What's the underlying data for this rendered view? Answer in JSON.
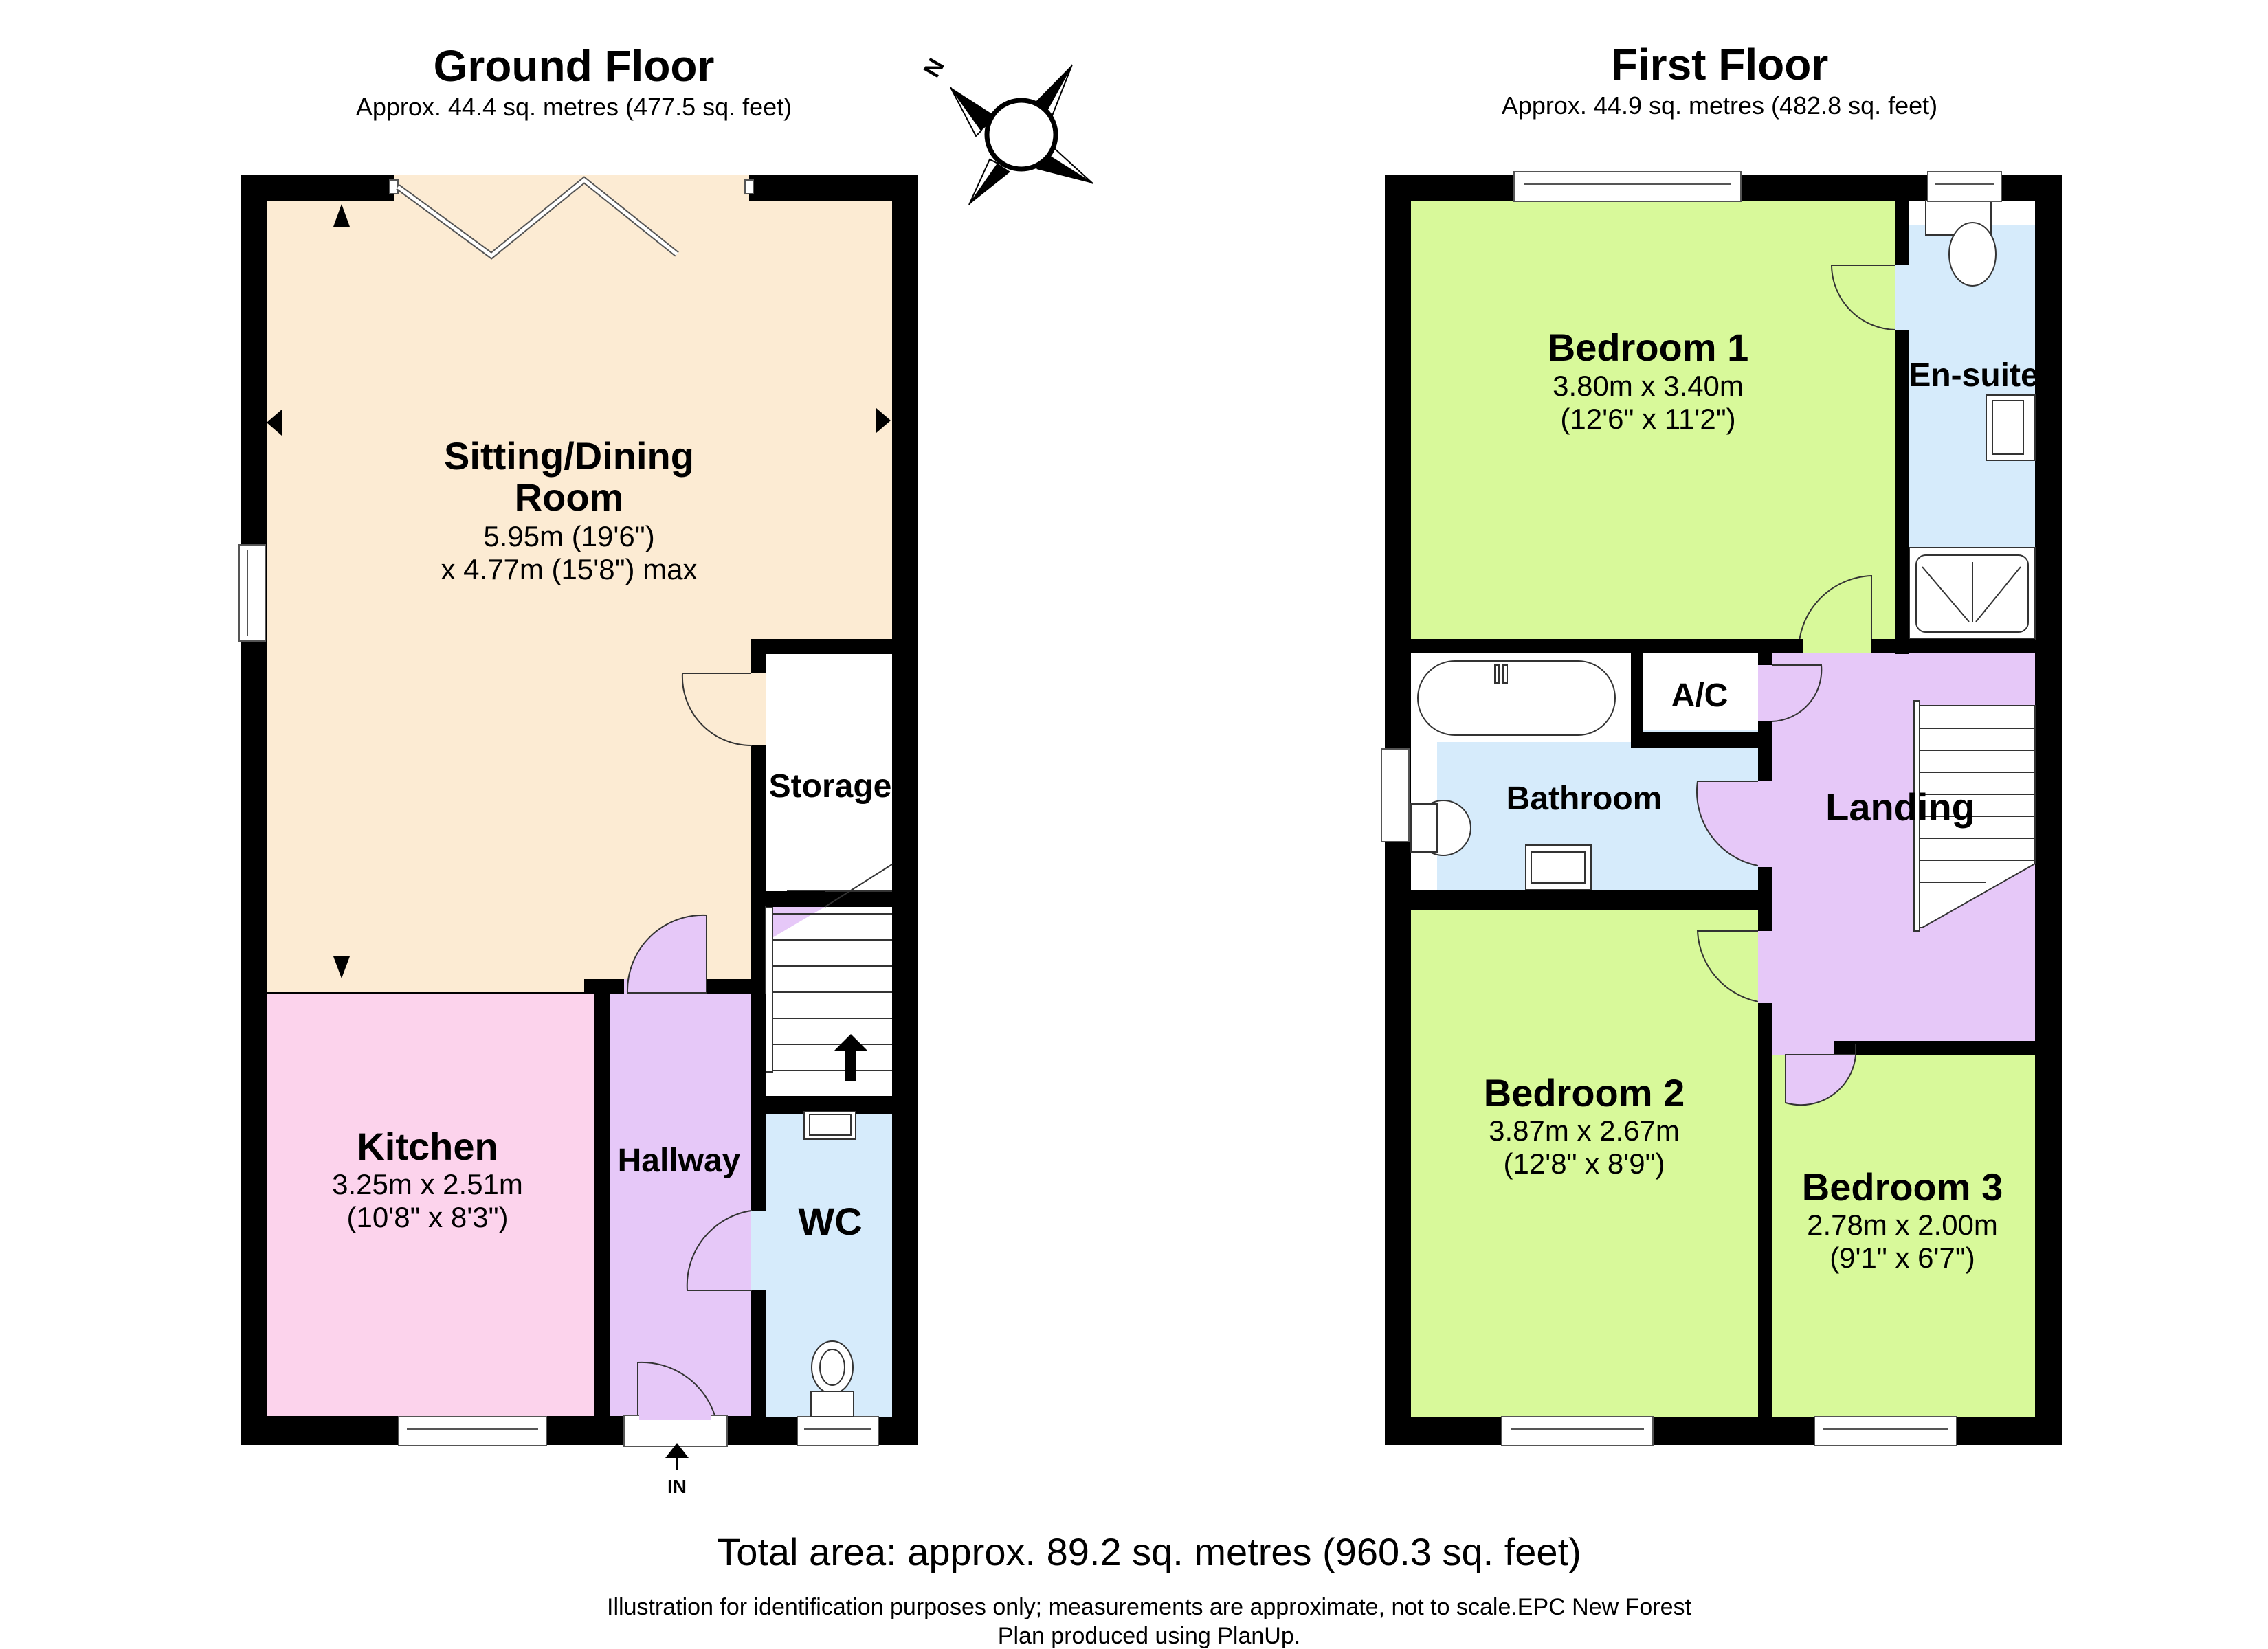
{
  "colors": {
    "wall": "#000000",
    "sitting_dining": "#fcebd3",
    "kitchen": "#fcd3ec",
    "hallway_landing": "#e6c8f8",
    "wet_room": "#d6ebfb",
    "bedroom": "#d8f99a",
    "storage": "#ffffff"
  },
  "ground_floor": {
    "title": "Ground Floor",
    "area": "Approx. 44.4 sq. metres (477.5 sq. feet)",
    "rooms": {
      "sitting_dining": {
        "name_line1": "Sitting/Dining",
        "name_line2": "Room",
        "dim_line1": "5.95m (19'6\")",
        "dim_line2": "x 4.77m (15'8\") max"
      },
      "kitchen": {
        "name": "Kitchen",
        "dim_line1": "3.25m x 2.51m",
        "dim_line2": "(10'8\" x 8'3\")"
      },
      "hallway": {
        "name": "Hallway"
      },
      "wc": {
        "name": "WC"
      },
      "storage": {
        "name": "Storage"
      }
    },
    "entrance_label": "IN"
  },
  "first_floor": {
    "title": "First Floor",
    "area": "Approx. 44.9 sq. metres (482.8 sq. feet)",
    "rooms": {
      "bedroom1": {
        "name": "Bedroom 1",
        "dim_line1": "3.80m x 3.40m",
        "dim_line2": "(12'6\" x 11'2\")"
      },
      "ensuite": {
        "name": "En-suite"
      },
      "bathroom": {
        "name": "Bathroom"
      },
      "ac": {
        "name": "A/C"
      },
      "landing": {
        "name": "Landing"
      },
      "bedroom2": {
        "name": "Bedroom 2",
        "dim_line1": "3.87m x 2.67m",
        "dim_line2": "(12'8\" x 8'9\")"
      },
      "bedroom3": {
        "name": "Bedroom 3",
        "dim_line1": "2.78m x 2.00m",
        "dim_line2": "(9'1\" x 6'7\")"
      }
    }
  },
  "compass": {
    "label": "N",
    "icon": "compass-rose-icon"
  },
  "footer": {
    "total_area": "Total area: approx. 89.2 sq. metres (960.3 sq. feet)",
    "disclaimer": "Illustration for identification purposes only; measurements are approximate, not to scale.EPC New Forest",
    "credit": "Plan produced using PlanUp."
  }
}
